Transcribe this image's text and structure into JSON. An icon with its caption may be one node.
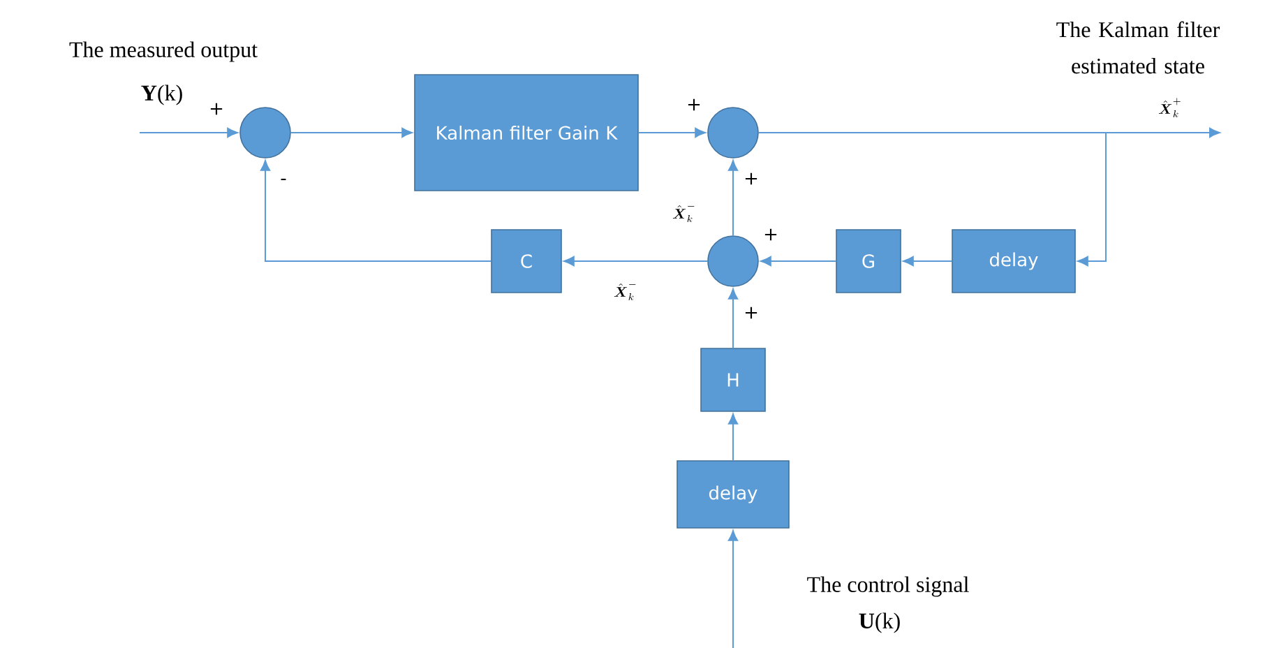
{
  "diagram": {
    "nodes": [
      {
        "text": [],
        "shape": "circle"
      },
      {
        "text": [
          "Kalman filter Gain K"
        ]
      },
      {
        "text": [],
        "shape": "circle"
      },
      {
        "text": [],
        "shape": "circle"
      },
      {
        "text": [
          "C"
        ]
      },
      {
        "text": [
          "G"
        ]
      },
      {
        "text": [
          "delay"
        ]
      },
      {
        "text": [
          "H"
        ]
      },
      {
        "text": [
          "delay"
        ]
      }
    ],
    "edges": [
      {
        "from": null,
        "to": 0,
        "arrow": "to"
      },
      {
        "from": 0,
        "to": 1,
        "arrow": "to"
      },
      {
        "from": 1,
        "to": 2,
        "arrow": "to"
      },
      {
        "from": 2,
        "to": null,
        "arrow": "to"
      },
      {
        "from": 2,
        "to": 6,
        "arrow": "to"
      },
      {
        "from": 6,
        "to": 5,
        "arrow": "to"
      },
      {
        "from": 5,
        "to": 3,
        "arrow": "to"
      },
      {
        "from": 3,
        "to": 2,
        "arrow": "to",
        "label": "\\hat{\\boldsymbol{X}}_k^-"
      },
      {
        "from": 3,
        "to": 4,
        "arrow": "to",
        "label": "\\hat{\\boldsymbol{X}}_k^-"
      },
      {
        "from": 4,
        "to": 0,
        "arrow": "to"
      },
      {
        "from": 7,
        "to": 3,
        "arrow": "to"
      },
      {
        "from": 8,
        "to": 7,
        "arrow": "to"
      },
      {
        "from": null,
        "to": 8,
        "arrow": "to"
      }
    ],
    "labels": [
      "The measured output",
      "**Y**(k)",
      "+",
      "-",
      "The Kalman filter estimated state",
      "\\hat{\\boldsymbol{X}}_k^+",
      "+",
      "+",
      "+",
      "+",
      "The control signal",
      "**U**(k)"
    ]
  }
}
